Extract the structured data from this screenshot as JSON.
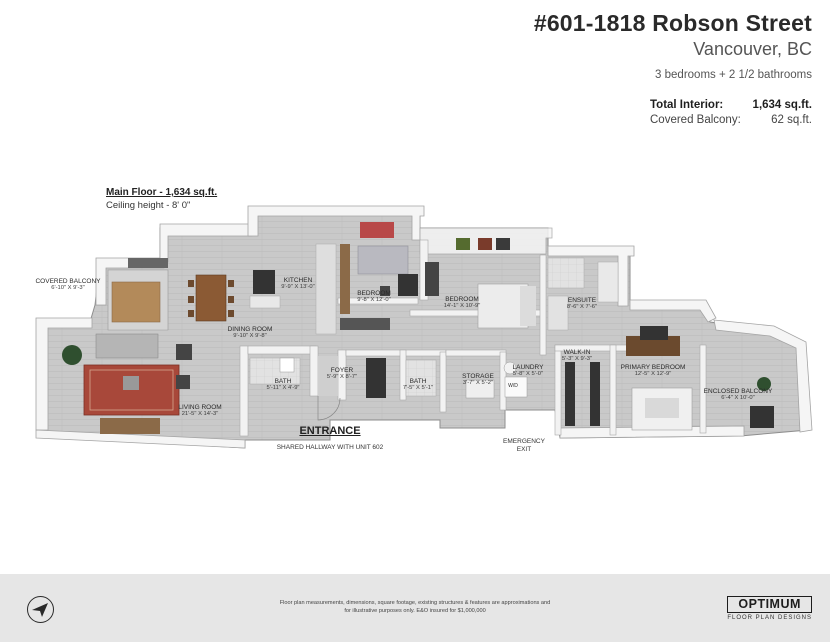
{
  "header": {
    "address": "#601-1818 Robson Street",
    "city": "Vancouver, BC",
    "rooms": "3 bedrooms + 2 1/2 bathrooms"
  },
  "stats": {
    "total_label": "Total Interior:",
    "total_value": "1,634 sq.ft.",
    "balcony_label": "Covered Balcony:",
    "balcony_value": "62 sq.ft."
  },
  "floor": {
    "title": "Main Floor - 1,634 sq.ft.",
    "ceiling": "Ceiling height - 8' 0\""
  },
  "rooms": {
    "covered_balcony": {
      "name": "COVERED BALCONY",
      "dim": "6'-10\" X 9'-3\""
    },
    "kitchen": {
      "name": "KITCHEN",
      "dim": "9'-9\" X 13'-0\""
    },
    "bedroom1": {
      "name": "BEDROOM",
      "dim": "9'-8\" X 12'-0\""
    },
    "bedroom2": {
      "name": "BEDROOM",
      "dim": "14'-1\" X 10'-9\""
    },
    "ensuite": {
      "name": "ENSUITE",
      "dim": "8'-6\" X 7'-6\""
    },
    "dining": {
      "name": "DINING ROOM",
      "dim": "9'-10\" X 9'-8\""
    },
    "living": {
      "name": "LIVING ROOM",
      "dim": "21'-5\" X 14'-3\""
    },
    "bath1": {
      "name": "BATH",
      "dim": "5'-11\" X 4'-9\""
    },
    "foyer": {
      "name": "FOYER",
      "dim": "5'-9\" X 8'-7\""
    },
    "bath2": {
      "name": "BATH",
      "dim": "7'-5\" X 5'-1\""
    },
    "storage": {
      "name": "STORAGE",
      "dim": "3'-7\" X 5'-2\""
    },
    "laundry": {
      "name": "LAUNDRY",
      "dim": "5'-8\" X 5'-0\""
    },
    "walkin": {
      "name": "WALK-IN",
      "dim": "5'-3\" X 9'-3\""
    },
    "primary": {
      "name": "PRIMARY BEDROOM",
      "dim": "12'-5\" X 12'-9\""
    },
    "enclosed_balcony": {
      "name": "ENCLOSED BALCONY",
      "dim": "6'-4\" X 10'-0\""
    }
  },
  "labels": {
    "entrance": "ENTRANCE",
    "shared_hallway": "SHARED HALLWAY WITH UNIT 602",
    "emergency_line1": "EMERGENCY",
    "emergency_line2": "EXIT",
    "washer": "W/D"
  },
  "footer": {
    "disclaimer_line1": "Floor plan measurements, dimensions, square footage, existing structures & features are approximations and",
    "disclaimer_line2": "for illustrative purposes only.  E&O insured for $1,000,000",
    "logo_main": "OPTIMUM",
    "logo_sub": "FLOOR PLAN DESIGNS"
  },
  "colors": {
    "floor": "#c7c7c7",
    "wall": "#f4f4f4",
    "wall_edge": "#9a9a9a",
    "rug": "#a8483a",
    "wood": "#8b6a48",
    "footer_bg": "#e6e6e6"
  }
}
